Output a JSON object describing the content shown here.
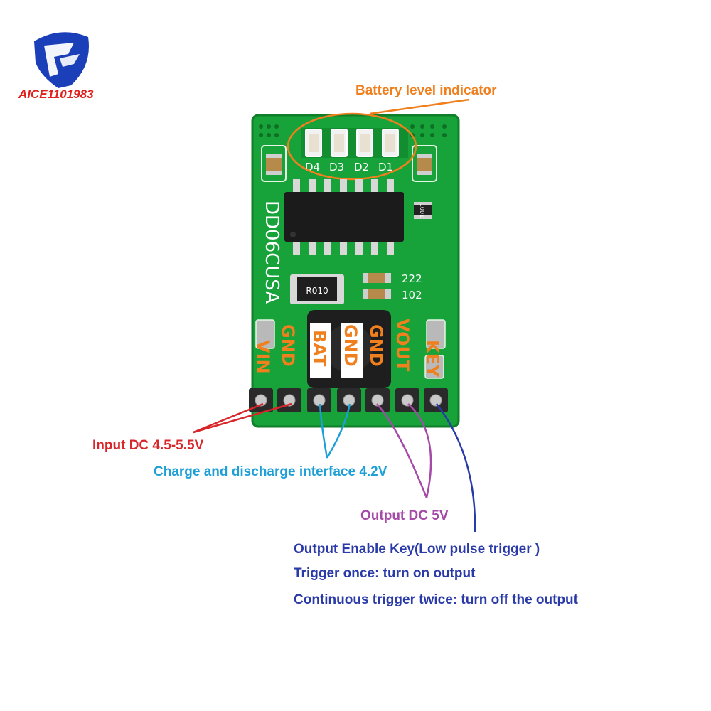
{
  "brand": {
    "logo_text": "AICE1101983",
    "colors": {
      "blue": "#1b3fb8",
      "red": "#e0201c"
    }
  },
  "board": {
    "model": "DD06CUSA",
    "leds": [
      "D4",
      "D3",
      "D2",
      "D1"
    ],
    "cap_codes": [
      "222",
      "102"
    ],
    "resistor_codes": [
      "R010",
      "1001"
    ],
    "pin_labels": [
      "VIN",
      "GND",
      "BAT",
      "GND",
      "GND",
      "VOUT",
      "KEY"
    ],
    "colors": {
      "pcb": "#17a33a",
      "pcb_dark": "#0f7f2a",
      "pin_label": "#f07f1e"
    }
  },
  "annotations": {
    "battery_indicator": {
      "text": "Battery level indicator",
      "color": "#f07f1e"
    },
    "input": {
      "text": "Input DC 4.5-5.5V",
      "color": "#d8262a"
    },
    "charge": {
      "text": "Charge and discharge interface 4.2V",
      "color": "#1e9fd6"
    },
    "output": {
      "text": "Output DC 5V",
      "color": "#a54aa8"
    },
    "key_lines": [
      "Output Enable Key(Low pulse trigger )",
      "Trigger once: turn on output",
      "Continuous trigger twice: turn off the output"
    ],
    "key_color": "#2a3aa8"
  }
}
